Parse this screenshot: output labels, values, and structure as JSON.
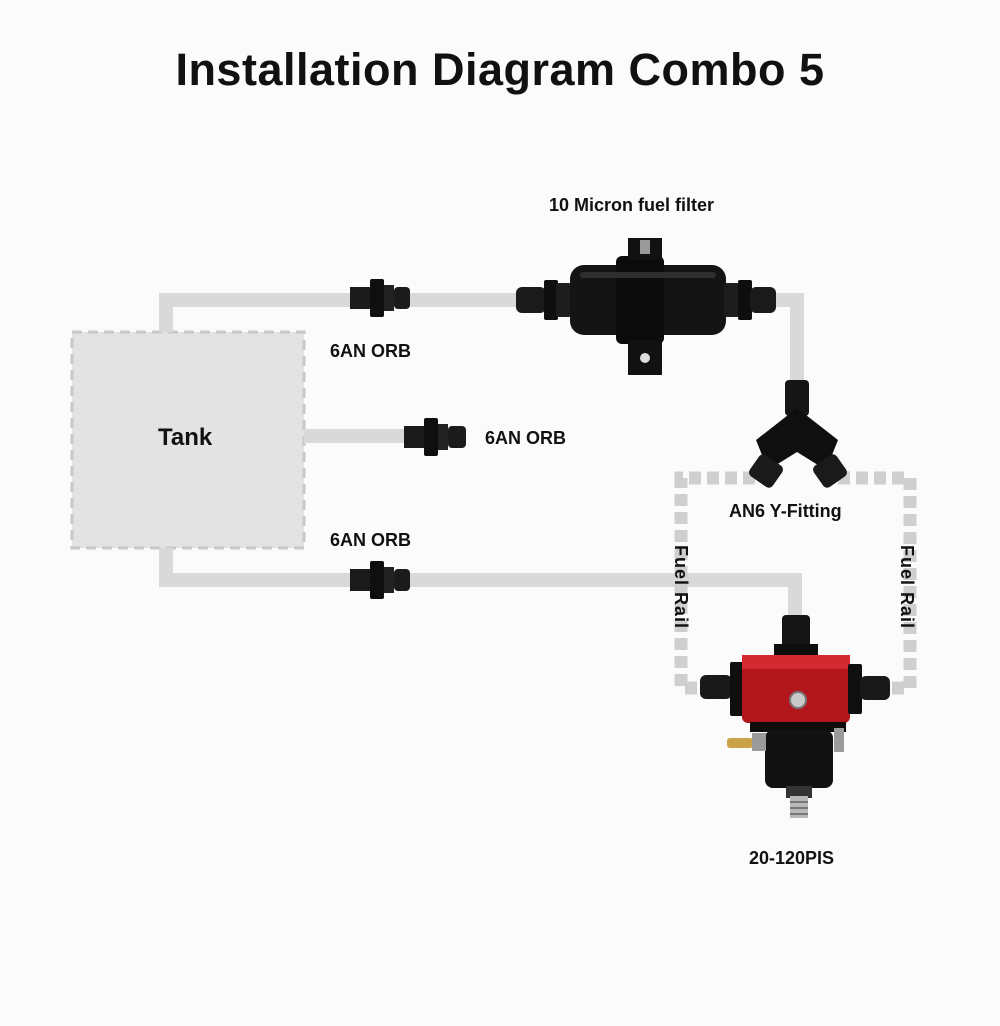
{
  "title": "Installation Diagram  Combo 5",
  "labels": {
    "tank": "Tank",
    "filter": "10 Micron fuel filter",
    "orb_top": "6AN ORB",
    "orb_middle": "6AN ORB",
    "orb_bottom": "6AN ORB",
    "y_fitting": "AN6 Y-Fitting",
    "fuel_rail_left": "Fuel Rail",
    "fuel_rail_right": "Fuel Rail",
    "regulator": "20-120PIS"
  },
  "colors": {
    "line": "#d9d9d9",
    "tank_fill": "#e3e3e3",
    "tank_border": "#c8c8c8",
    "part_black": "#141414",
    "regulator_red": "#b1161c",
    "brass": "#c9a24a"
  }
}
